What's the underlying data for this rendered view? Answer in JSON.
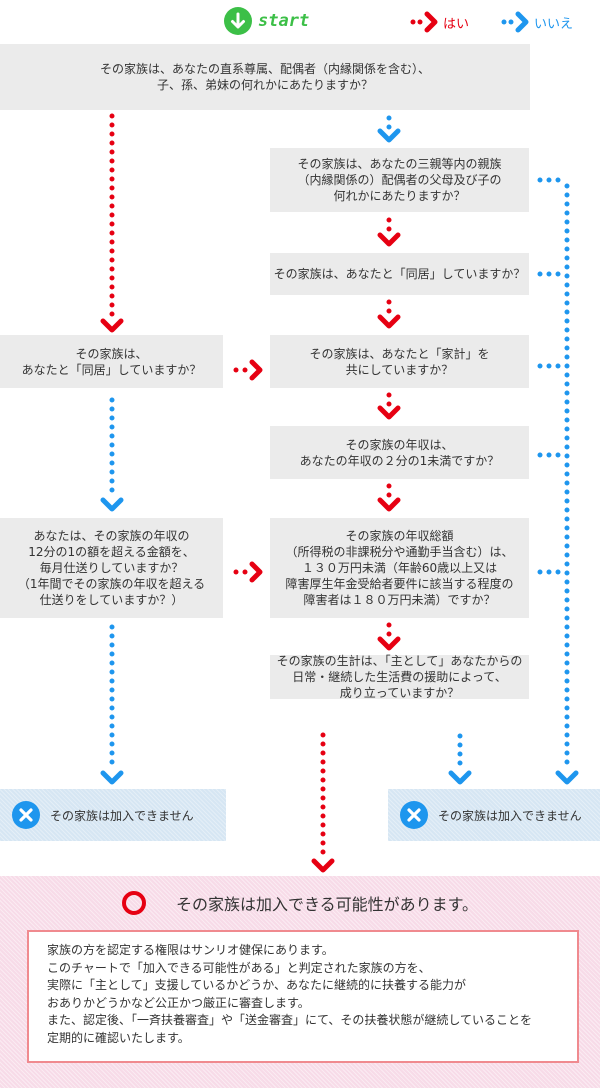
{
  "legend": {
    "start_label": "start",
    "yes_label": "はい",
    "no_label": "いいえ"
  },
  "colors": {
    "yes": "#e60012",
    "no": "#1e96ee",
    "start": "#3cbf47",
    "box": "#ebebeb",
    "fail_bg": "#d6e6f3",
    "pass_bg": "#f7dbe8",
    "note_border": "#f08a8f"
  },
  "questions": {
    "q1": "その家族は、あなたの直系尊属、配偶者（内縁関係を含む）、\n子、孫、弟妹の何れかにあたりますか？",
    "q2": "その家族は、あなたの三親等内の親族\n（内縁関係の）配偶者の父母及び子の\n何れかにあたりますか？",
    "q3": "その家族は、あなたと「同居」していますか？",
    "q4_left": "その家族は、\nあなたと「同居」していますか？",
    "q4_right": "その家族は、あなたと「家計」を\n共にしていますか？",
    "q5": "その家族の年収は、\nあなたの年収の２分の1未満ですか？",
    "q6_left": "あなたは、その家族の年収の\n12分の1の額を超える金額を、\n毎月仕送りしていますか？\n（1年間でその家族の年収を超える\n仕送りをしていますか？）",
    "q6_right": "その家族の年収総額\n（所得税の非課税分や通勤手当含む）は、\n１３０万円未満（年齢60歳以上又は\n障害厚生年金受給者要件に該当する程度の\n障害者は１８０万円未満）ですか？",
    "q7": "その家族の生計は、「主として」あなたからの\n日常・継続した生活費の援助によって、\n成り立っていますか？"
  },
  "outcomes": {
    "fail_left": "その家族は加入できません",
    "fail_right": "その家族は加入できません",
    "pass_title": "その家族は加入できる可能性があります。",
    "pass_note": [
      "家族の方を認定する権限はサンリオ健保にあります。",
      "このチャートで「加入できる可能性がある」と判定された家族の方を、",
      "実際に「主として」支援しているかどうか、あなたに継続的に扶養する能力が",
      "おありかどうかなど公正かつ厳正に審査します。",
      "また、認定後、「一斉扶養審査」や「送金審査」にて、その扶養状態が継続していることを",
      "定期的に確認いたします。"
    ]
  }
}
